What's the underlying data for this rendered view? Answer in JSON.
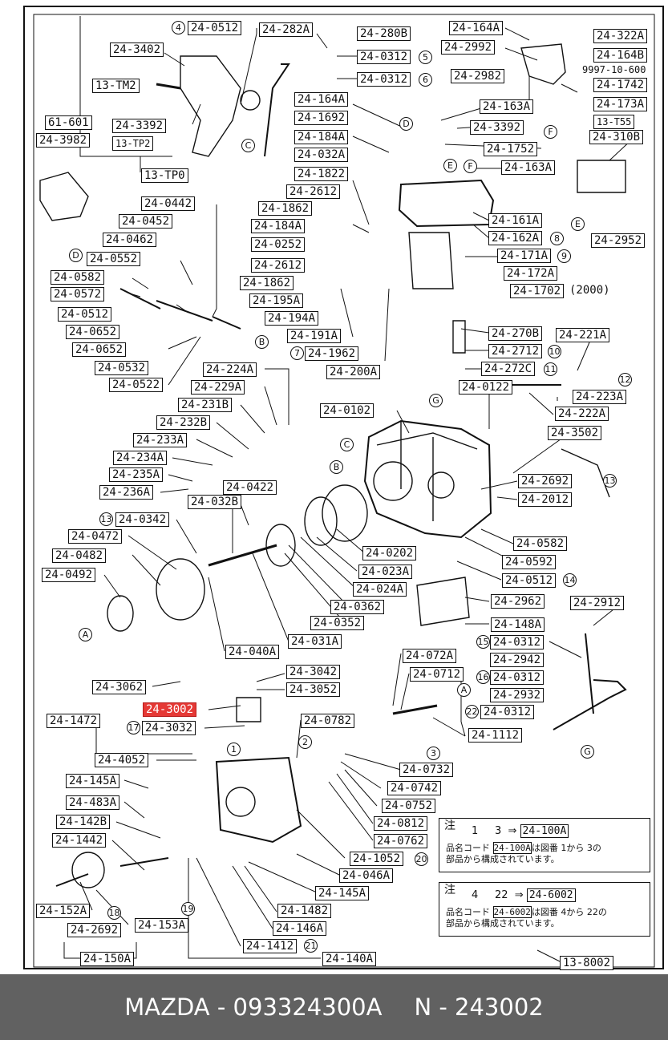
{
  "labels": {
    "l_24_0512_a": "24-0512",
    "l_24_282a": "24-282A",
    "l_24_280b": "24-280B",
    "l_24_0312_a": "24-0312",
    "l_24_0312_b": "24-0312",
    "l_24_3402": "24-3402",
    "l_13_tm2": "13-TM2",
    "l_61_601": "61-601",
    "l_24_3982": "24-3982",
    "l_24_3392_a": "24-3392",
    "l_13_tp2": "13-TP2",
    "l_13_tp0": "13-TP0",
    "l_24_164a_a": "24-164A",
    "l_24_1692": "24-1692",
    "l_24_184a_a": "24-184A",
    "l_24_032a": "24-032A",
    "l_24_1822": "24-1822",
    "l_24_2612_a": "24-2612",
    "l_24_1862_a": "24-1862",
    "l_24_184a_b": "24-184A",
    "l_24_0252": "24-0252",
    "l_24_2612_b": "24-2612",
    "l_24_1862_b": "24-1862",
    "l_24_195a": "24-195A",
    "l_24_194a": "24-194A",
    "l_24_191a": "24-191A",
    "l_24_1962": "24-1962",
    "l_24_200a": "24-200A",
    "l_24_164a_b": "24-164A",
    "l_24_2992": "24-2992",
    "l_24_322a": "24-322A",
    "l_24_164b": "24-164B",
    "l_9997": "9997-10-600",
    "l_24_2982": "24-2982",
    "l_24_1742": "24-1742",
    "l_24_173a": "24-173A",
    "l_13_t55": "13-T55",
    "l_24_163a_a": "24-163A",
    "l_24_3392_b": "24-3392",
    "l_24_1752": "24-1752",
    "l_24_163a_b": "24-163A",
    "l_24_310b": "24-310B",
    "l_24_161a": "24-161A",
    "l_24_162a": "24-162A",
    "l_24_2952": "24-2952",
    "l_24_171a": "24-171A",
    "l_24_172a": "24-172A",
    "l_24_1702": "24-1702",
    "l_24_0442": "24-0442",
    "l_24_0452": "24-0452",
    "l_24_0462": "24-0462",
    "l_24_0552": "24-0552",
    "l_24_0582_a": "24-0582",
    "l_24_0572": "24-0572",
    "l_24_0512_b": "24-0512",
    "l_24_0652_a": "24-0652",
    "l_24_0652_b": "24-0652",
    "l_24_0532": "24-0532",
    "l_24_0522": "24-0522",
    "l_24_270b": "24-270B",
    "l_24_2712": "24-2712",
    "l_24_272c": "24-272C",
    "l_24_221a": "24-221A",
    "l_24_223a": "24-223A",
    "l_24_222a": "24-222A",
    "l_24_0122": "24-0122",
    "l_24_224a": "24-224A",
    "l_24_229a": "24-229A",
    "l_24_231b": "24-231B",
    "l_24_232b": "24-232B",
    "l_24_0102": "24-0102",
    "l_24_233a": "24-233A",
    "l_24_234a": "24-234A",
    "l_24_235a": "24-235A",
    "l_24_236a": "24-236A",
    "l_24_3502": "24-3502",
    "l_24_2692_a": "24-2692",
    "l_24_2012": "24-2012",
    "l_24_0422": "24-0422",
    "l_24_032b": "24-032B",
    "l_24_0342": "24-0342",
    "l_24_0472": "24-0472",
    "l_24_0482": "24-0482",
    "l_24_0492": "24-0492",
    "l_24_0202": "24-0202",
    "l_24_023a": "24-023A",
    "l_24_024a": "24-024A",
    "l_24_0362": "24-0362",
    "l_24_0352": "24-0352",
    "l_24_031a": "24-031A",
    "l_24_040a": "24-040A",
    "l_24_0582_b": "24-0582",
    "l_24_0592": "24-0592",
    "l_24_0512_c": "24-0512",
    "l_24_2962": "24-2962",
    "l_24_148a": "24-148A",
    "l_24_2912": "24-2912",
    "l_24_0312_c": "24-0312",
    "l_24_2942": "24-2942",
    "l_24_0312_d": "24-0312",
    "l_24_2932": "24-2932",
    "l_24_0312_e": "24-0312",
    "l_24_072a": "24-072A",
    "l_24_0712": "24-0712",
    "l_24_1112": "24-1112",
    "l_24_3042": "24-3042",
    "l_24_3062": "24-3062",
    "l_24_3052": "24-3052",
    "l_24_3002": "24-3002",
    "l_24_3032": "24-3032",
    "l_24_1472": "24-1472",
    "l_24_0782": "24-0782",
    "l_24_4052": "24-4052",
    "l_24_145a_a": "24-145A",
    "l_24_0732": "24-0732",
    "l_24_0742": "24-0742",
    "l_24_483a": "24-483A",
    "l_24_0752": "24-0752",
    "l_24_142b": "24-142B",
    "l_24_0812": "24-0812",
    "l_24_1442": "24-1442",
    "l_24_0762": "24-0762",
    "l_24_1052": "24-1052",
    "l_24_046a": "24-046A",
    "l_24_145a_b": "24-145A",
    "l_24_152a": "24-152A",
    "l_24_1482": "24-1482",
    "l_24_2692_b": "24-2692",
    "l_24_153a": "24-153A",
    "l_24_146a": "24-146A",
    "l_24_1412": "24-1412",
    "l_24_150a": "24-150A",
    "l_24_140a": "24-140A",
    "l_13_8002": "13-8002"
  },
  "circles": {
    "c4a": "4",
    "c5": "5",
    "c6": "6",
    "c8": "8",
    "c9": "9",
    "c7": "7",
    "c10": "10",
    "c11": "11",
    "c12": "12",
    "c13a": "13",
    "c13b": "13",
    "c14": "14",
    "c15": "15",
    "c16": "16",
    "c22a": "22",
    "c17": "17",
    "c1": "1",
    "c2": "2",
    "c3": "3",
    "c20": "20",
    "c19": "19",
    "c18": "18",
    "c21": "21",
    "cC1": "C",
    "cD1": "D",
    "cE1": "E",
    "cF1": "F",
    "cE2": "E",
    "cF2": "F",
    "cD2": "D",
    "cB1": "B",
    "cG1": "G",
    "cC2": "C",
    "cB2": "B",
    "cA1": "A",
    "cA2": "A",
    "cG2": "G"
  },
  "extra_text": {
    "suffix_2000": "(2000)"
  },
  "notes": {
    "note1": {
      "head": "注",
      "c_from": "1",
      "c_to": "3",
      "arrow": "⇒",
      "code": "24-100A",
      "line1_pre": "品名コード",
      "line1_post": "は図番",
      "line1_from": "1",
      "line1_mid": "から",
      "line1_to": "3",
      "line1_end": "の",
      "line2": "部品から構成されています。"
    },
    "note2": {
      "head": "注",
      "c_from": "4",
      "c_to": "22",
      "arrow": "⇒",
      "code": "24-6002",
      "line1_pre": "品名コード",
      "line1_post": "は図番",
      "line1_from": "4",
      "line1_mid": "から",
      "line1_to": "22",
      "line1_end": "の",
      "line2": "部品から構成されています。"
    }
  },
  "footer": {
    "brand_part": "MAZDA - 093324300A",
    "ref": "N - 243002"
  },
  "colors": {
    "highlight": "#e53935",
    "footer_bg": "#616161",
    "ink": "#111111"
  }
}
